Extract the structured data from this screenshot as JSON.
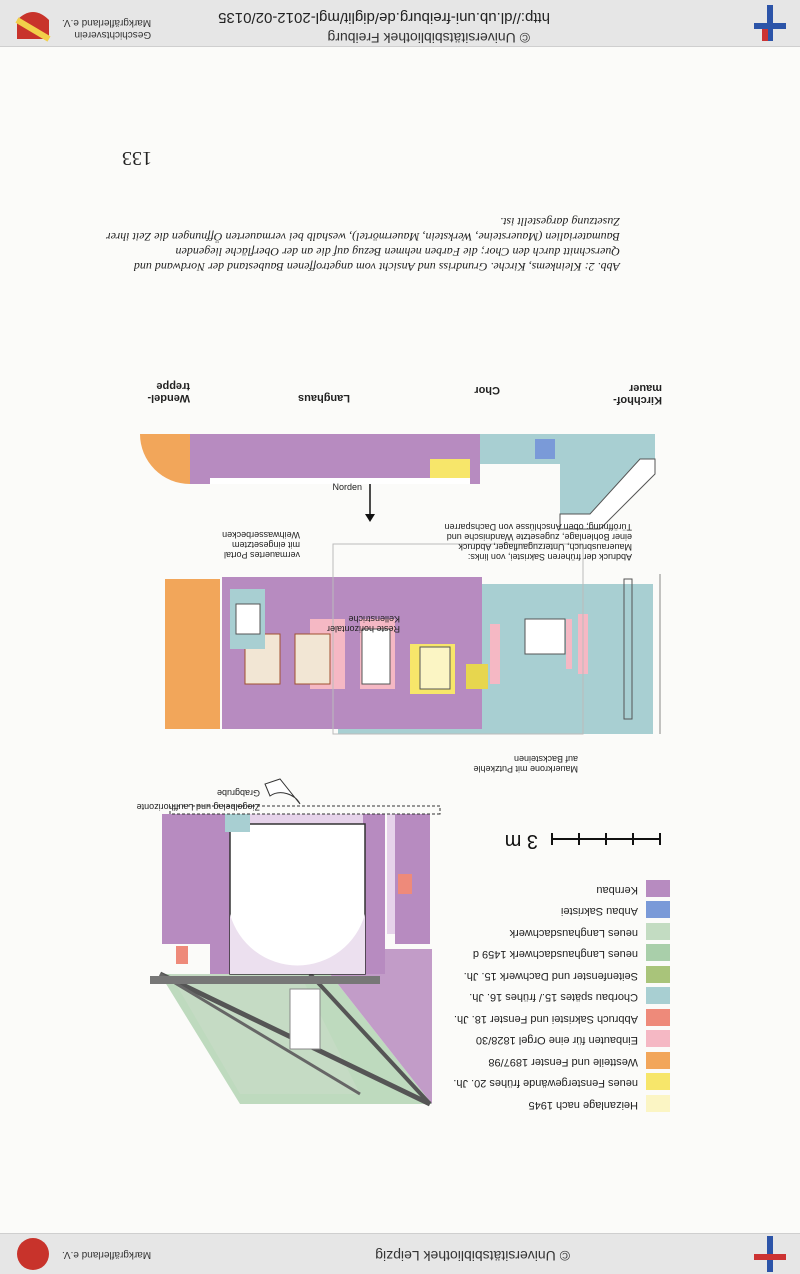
{
  "header": {
    "url": "http://dl.ub.uni-freiburg.de/diglit/mgl-2012-02/0135",
    "copyright": "© Universitätsbibliothek Freiburg",
    "society_line1": "Geschichtsverein",
    "society_line2": "Markgräflerland e.V."
  },
  "footer": {
    "copyright": "© Universitätsbibliothek Leipzig",
    "society": "Markgräflerland e.V."
  },
  "legend": {
    "items": [
      {
        "label": "Heizanlage nach 1945",
        "color": "#fbf5c4"
      },
      {
        "label": "neues Fenstergewände frühes 20. Jh.",
        "color": "#f7e66a"
      },
      {
        "label": "Westteile und Fenster 1897/98",
        "color": "#f2a65a"
      },
      {
        "label": "Einbauten für eine Orgel 1828/30",
        "color": "#f5b8c4"
      },
      {
        "label": "Abbruch Sakristei und Fenster 18. Jh.",
        "color": "#ee8a7a"
      },
      {
        "label": "Chorbau spätes 15./ frühes 16. Jh.",
        "color": "#a8cfd2"
      },
      {
        "label": "Seitenfenster und Dachwerk 15. Jh.",
        "color": "#a9c47a"
      },
      {
        "label": "neues Langhausdachwerk 1459 d",
        "color": "#a9cfaa"
      },
      {
        "label": "neues Langhausdachwerk",
        "color": "#c3dcc2"
      },
      {
        "label": "Anbau Sakristei",
        "color": "#7a9ad8"
      },
      {
        "label": "Kernbau",
        "color": "#b78bc0"
      }
    ]
  },
  "scale": {
    "label": "3 m"
  },
  "plan_labels": {
    "norden": "Norden",
    "kirchhofmauer": "Kirchhof-\nmauer",
    "chor": "Chor",
    "langhaus": "Langhaus",
    "wendeltreppe": "Wendel-\ntreppe",
    "abdruck": "Abdruck der früheren Sakristei, von links:\nMauerausbruch, Unterzugauflager, Abdruck\neiner Bohlenlage, zugesetzte Wandnische und\nTüröffnung; oben Anschlüsse von Dachsparren",
    "portal": "vermauertes Portal\nmit eingesetztem\nWeihwasserbecken",
    "reste": "Reste horizontaler\nKellenstriche",
    "mauerkrone": "Mauerkrone mit Putzkehle\nauf Backsteinen",
    "ziegelbelag": "Ziegelbelag und Lauffhorizonte",
    "grabgrube": "Grabgrube"
  },
  "caption": "Abb. 2:   Kleinkems, Kirche. Grundriss und Ansicht vom angetroffenen Baubestand der Nordwand und Querschnitt durch den Chor; die Farben nehmen Bezug auf die an der Oberfläche liegenden Baumaterialien (Mauersteine, Werkstein, Mauermörtel), weshalb bei vermauerten Öffnungen die Zeit ihrer Zusetzung dargestellt ist.",
  "page_number": "133",
  "colors": {
    "kernbau": "#b78bc0",
    "chor": "#a8cfd2",
    "west": "#f2a65a",
    "orgel": "#f5b8c4",
    "fenster": "#f7e66a",
    "heiz": "#fbf5c4",
    "abbruch": "#ee8a7a",
    "sakristei": "#7a9ad8",
    "dach": "#a9cfaa"
  }
}
